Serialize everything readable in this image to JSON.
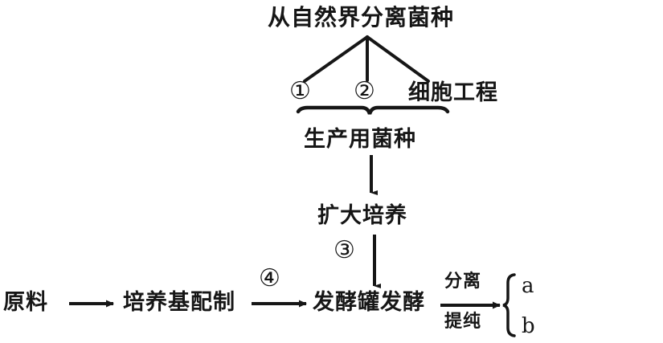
{
  "diagram": {
    "type": "flowchart",
    "description": "fermentation-engineering-process-flowchart",
    "background_color": "#ffffff",
    "line_color": "#161616",
    "text_color": "#161616",
    "title": "从自然界分离菌种",
    "nodes": {
      "source_strain": "从自然界分离菌种",
      "branch_1": "①",
      "branch_2": "②",
      "branch_3": "细胞工程",
      "production_strain": "生产用菌种",
      "expand_culture": "扩大培养",
      "step_3": "③",
      "raw_material": "原料",
      "medium_preparation": "培养基配制",
      "step_4": "④",
      "fermenter": "发酵罐发酵",
      "separate": "分离",
      "purify": "提纯",
      "product_a": "a",
      "product_b": "b"
    }
  }
}
